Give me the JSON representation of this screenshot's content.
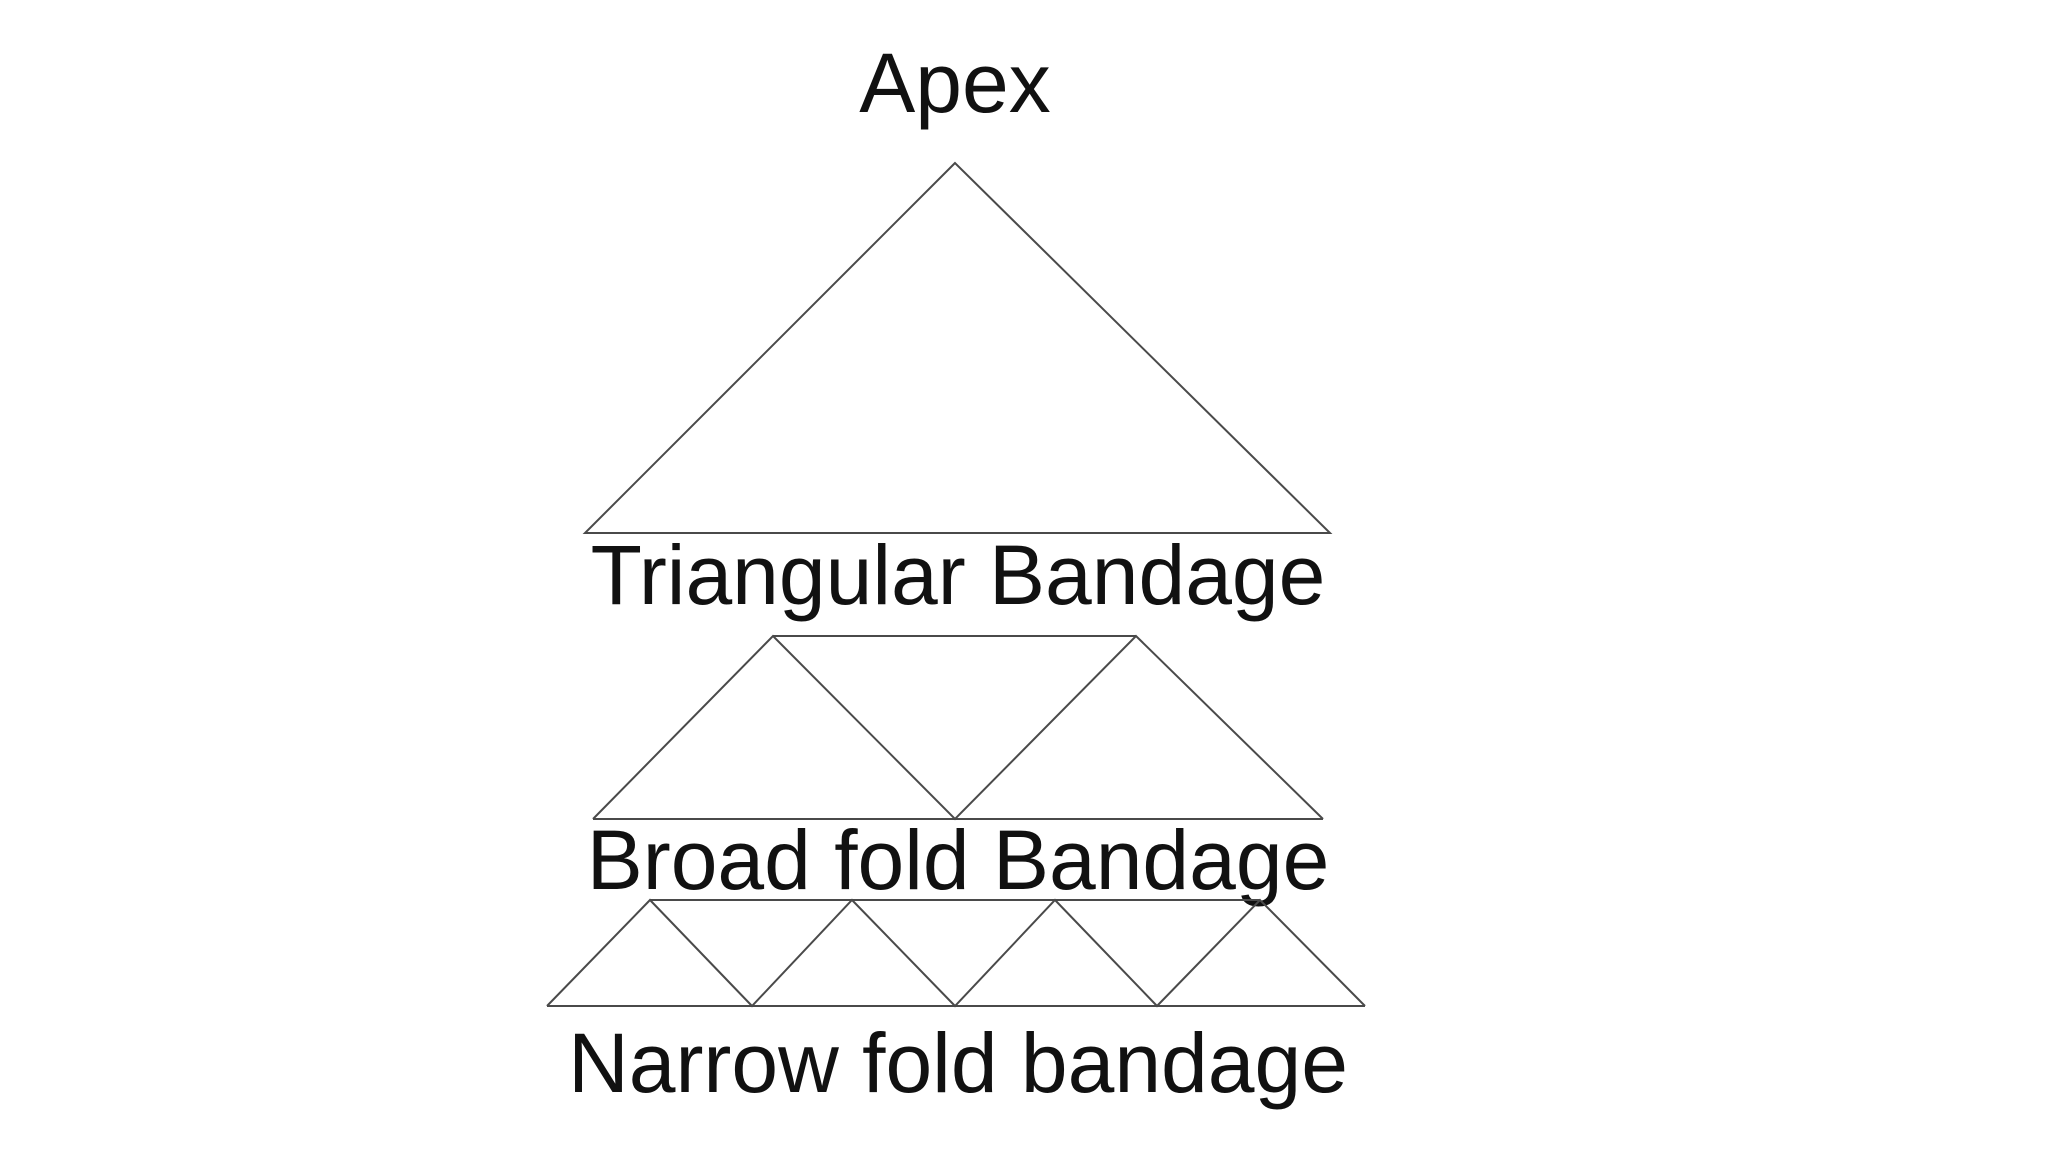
{
  "labels": {
    "apex": "Apex",
    "triangular": "Triangular Bandage",
    "broad": "Broad fold Bandage",
    "narrow": "Narrow fold bandage"
  },
  "colors": {
    "background": "#ffffff",
    "line": "#4a4a4a",
    "text": "#111111"
  }
}
